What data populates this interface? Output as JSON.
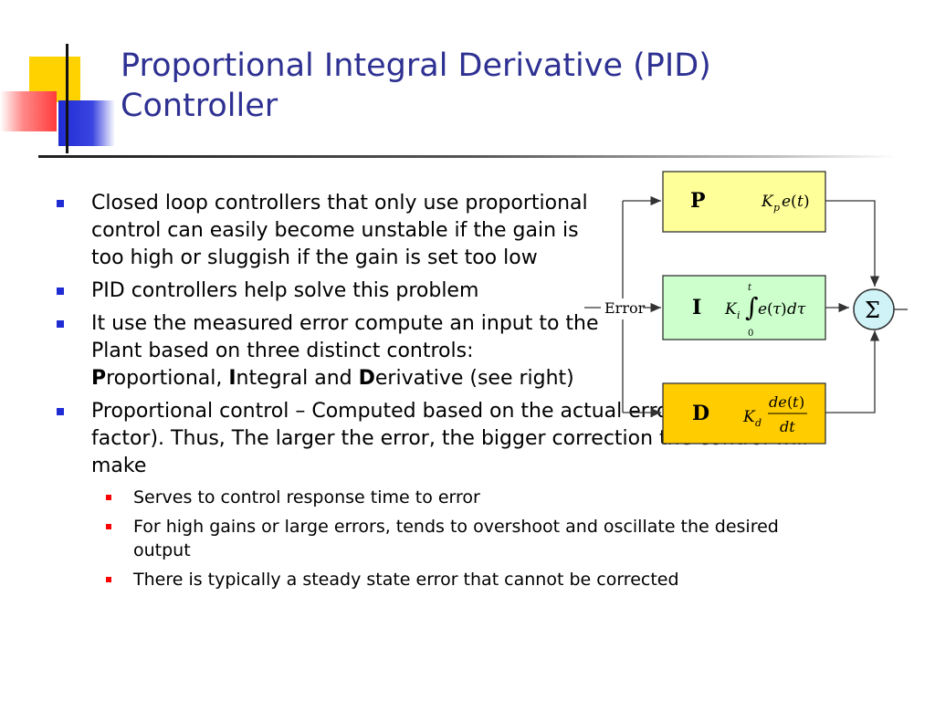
{
  "slide": {
    "title_line1": "Proportional Integral Derivative (PID)",
    "title_line2": "Controller"
  },
  "bullets": [
    {
      "text": "Closed loop controllers that only use proportional control can easily become unstable if the gain is too high or sluggish if the gain is set too low"
    },
    {
      "text": "PID controllers help solve this problem"
    },
    {
      "pre": "It use the measured error compute an input to the Plant based on three distinct controls: ",
      "p_bold": "P",
      "p_rest": "roportional, ",
      "i_bold": "I",
      "i_rest": "ntegral and ",
      "d_bold": "D",
      "d_rest": "erivative (see right)"
    },
    {
      "text": "Proportional control – Computed based on the actual error (times a gain factor).  Thus, The larger the error, the bigger correction the control will make"
    }
  ],
  "subbullets": [
    {
      "text": "Serves to control response time to error"
    },
    {
      "text": "For high gains or large errors, tends to overshoot and oscillate the desired output"
    },
    {
      "text": "There is typically a steady state error that cannot be corrected"
    }
  ],
  "diagram": {
    "input_label": "Error",
    "p_letter": "P",
    "i_letter": "I",
    "d_letter": "D",
    "sum_symbol": "Σ",
    "colors": {
      "p_fill": "#ffff99",
      "i_fill": "#ccffcc",
      "d_fill": "#ffcc00",
      "sum_fill": "#cff3f7",
      "stroke": "#333333"
    }
  }
}
